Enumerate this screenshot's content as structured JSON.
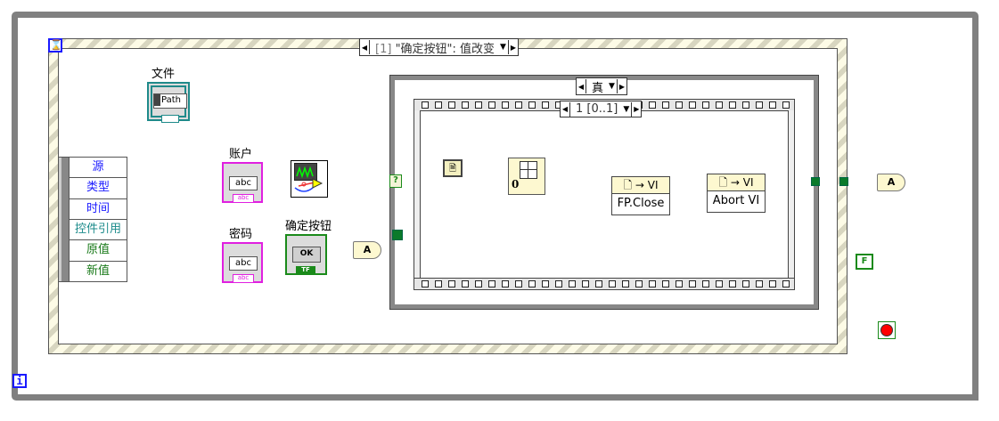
{
  "event_structure": {
    "selector_index": "[1]",
    "selector_label": "\"确定按钮\": 值改变",
    "timeout_icon": "hourglass-icon",
    "event_data_fields": [
      {
        "label": "源",
        "color": "#1a1aff"
      },
      {
        "label": "类型",
        "color": "#1a1aff"
      },
      {
        "label": "时间",
        "color": "#1a1aff"
      },
      {
        "label": "控件引用",
        "color": "#1a8a8a"
      },
      {
        "label": "原值",
        "color": "#1a7a1a"
      },
      {
        "label": "新值",
        "color": "#1a7a1a"
      }
    ]
  },
  "terminals": {
    "file": {
      "label": "文件",
      "inner": "Path"
    },
    "account": {
      "label": "账户",
      "inner": "abc",
      "badge": "abc"
    },
    "password": {
      "label": "密码",
      "inner": "abc",
      "badge": "abc"
    },
    "ok_button": {
      "label": "确定按钮",
      "inner": "OK",
      "badge": "TF"
    }
  },
  "gates": {
    "and_symbol": "A"
  },
  "case_structure": {
    "selector_label": "真",
    "selector_terminal": "?"
  },
  "sequence": {
    "selector_label": "1 [0..1]"
  },
  "nodes": {
    "invoke_close": {
      "header": "VI",
      "name": "FP.Close"
    },
    "invoke_abort": {
      "header": "VI",
      "name": "Abort VI"
    },
    "open_ref_constant": "0"
  },
  "constants": {
    "false_label": "F"
  },
  "loop": {
    "iteration_label": "i"
  },
  "colors": {
    "path_wire": "#1f8a8a",
    "string_wire": "#e020e0",
    "bool_wire": "#1a8a1a",
    "ref_wire": "#1f8a8a"
  }
}
